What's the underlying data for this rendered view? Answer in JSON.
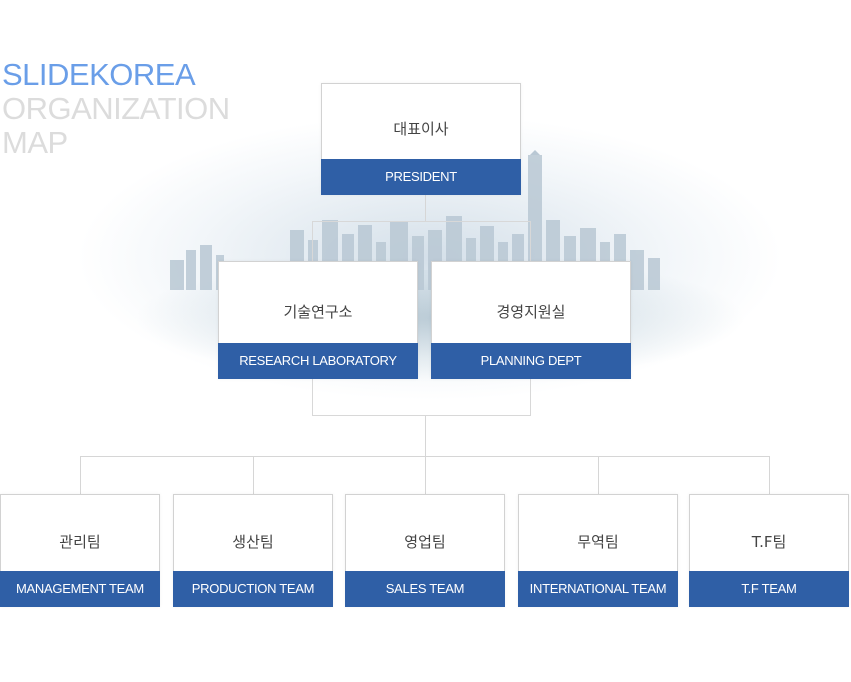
{
  "title": {
    "line1": "SLIDEKOREA",
    "line2": "ORGANIZATION",
    "line3": "MAP"
  },
  "president": {
    "kr": "대표이사",
    "en": "PRESIDENT"
  },
  "level2": [
    {
      "kr": "기술연구소",
      "en": "RESEARCH LABORATORY"
    },
    {
      "kr": "경영지원실",
      "en": "PLANNING DEPT"
    }
  ],
  "teams": [
    {
      "kr": "관리팀",
      "en": "MANAGEMENT TEAM"
    },
    {
      "kr": "생산팀",
      "en": "PRODUCTION TEAM"
    },
    {
      "kr": "영업팀",
      "en": "SALES TEAM"
    },
    {
      "kr": "무역팀",
      "en": "INTERNATIONAL TEAM"
    },
    {
      "kr": "T.F팀",
      "en": "T.F TEAM"
    }
  ],
  "colors": {
    "accent": "#2f5fa6",
    "title_accent": "#6a9ee8",
    "title_muted": "#dcdcdc",
    "connector": "#d6d6d6"
  }
}
